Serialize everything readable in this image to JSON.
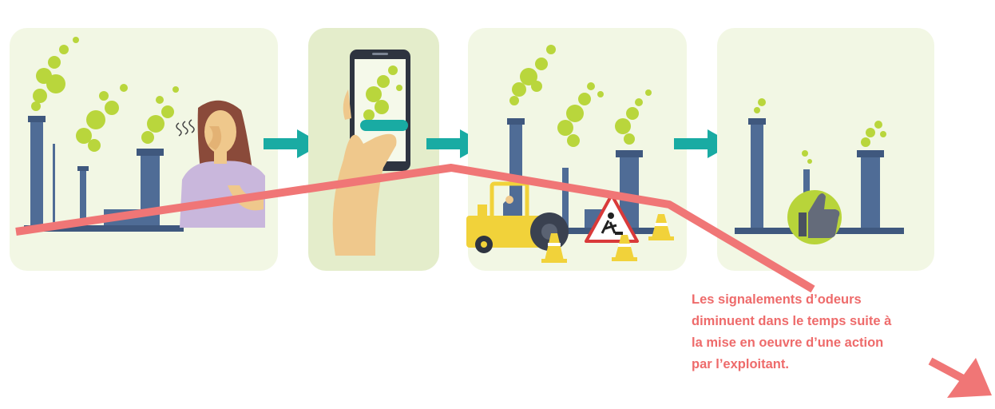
{
  "caption": {
    "lines": [
      "Les signalements d’odeurs",
      "diminuent dans le temps suite à",
      "la mise en oeuvre d’une action",
      "par l’exploitant."
    ]
  },
  "colors": {
    "panel_bg": "#f2f7e4",
    "panel_phone_bg": "#e4edcb",
    "smoke": "#b9d63c",
    "chimney": "#4f6c96",
    "arrow_teal": "#19aba3",
    "trend_line": "#f07676",
    "caption_text": "#ee6b6b",
    "machine_yellow": "#f1d23a",
    "thumb_circle": "#b8d43a",
    "skin": "#efc88c",
    "sweater": "#c9b7dc",
    "hair": "#8a4a3a"
  },
  "icons": [
    "factory-icon",
    "woman-smelling-odor-icon",
    "smartphone-report-icon",
    "road-roller-icon",
    "roadwork-sign-icon",
    "traffic-cone-icon",
    "thumbs-up-icon",
    "right-arrow-icon",
    "trend-down-arrow-icon"
  ]
}
